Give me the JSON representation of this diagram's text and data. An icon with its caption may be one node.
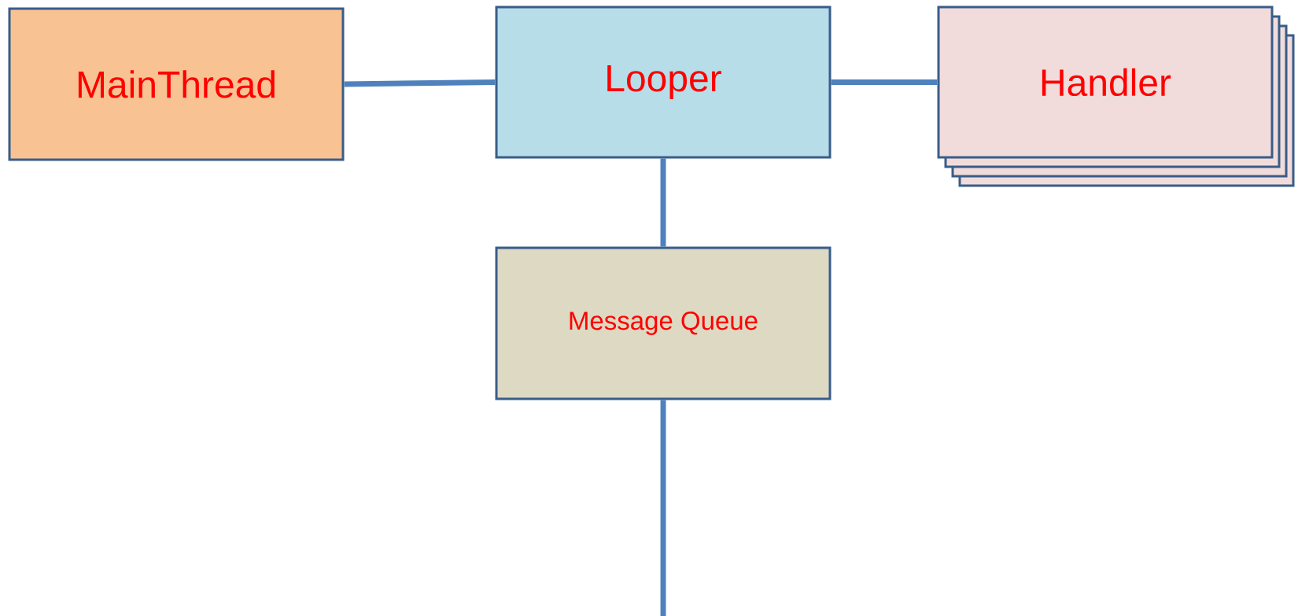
{
  "diagram": {
    "nodes": [
      {
        "text": [
          "MainThread"
        ]
      },
      {
        "text": [
          "Looper"
        ]
      },
      {
        "text": [
          "Handler"
        ]
      },
      {
        "text": [
          "Message Queue"
        ]
      }
    ],
    "edges": [
      {
        "from": 0,
        "to": 1,
        "arrow": "none"
      },
      {
        "from": 1,
        "to": 2,
        "arrow": "none"
      },
      {
        "from": 1,
        "to": 3,
        "arrow": "none"
      },
      {
        "from": 3,
        "to": null,
        "arrow": "none"
      }
    ]
  }
}
